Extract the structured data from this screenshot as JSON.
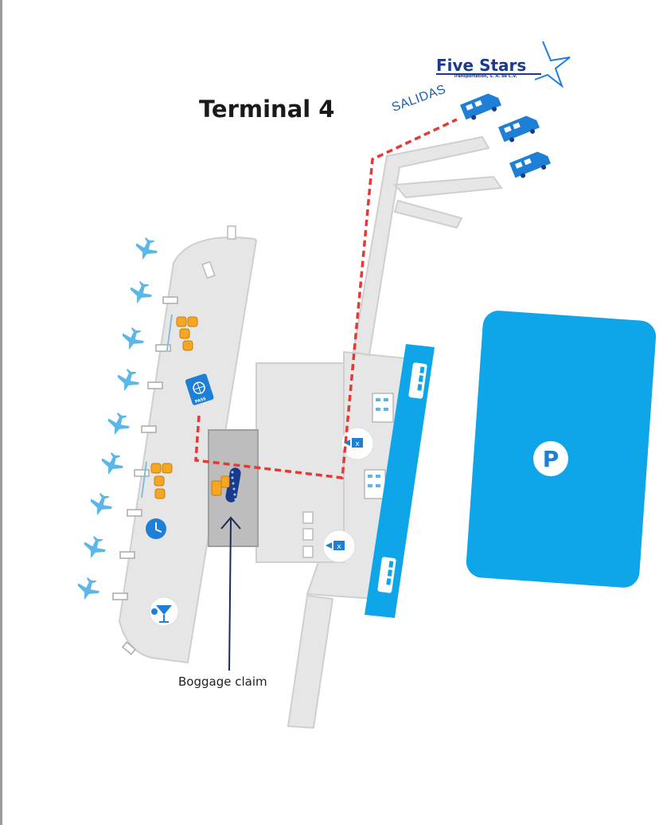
{
  "map": {
    "title": "Terminal 4",
    "salidas_label": "SALIDAS",
    "baggage_label": "Boggage claim",
    "brand": {
      "name": "Five Stars",
      "tagline": "Transportation, S. A. de C.V."
    },
    "pass_label": "PASS",
    "parking_label": "P",
    "gates_count": 9
  },
  "colors": {
    "terminal": "#e6e6e6",
    "walls": "#d0d0d0",
    "blue": "#0ea5e9",
    "dark_blue": "#1b5fa8",
    "route": "#e53935",
    "seat": "#f5a623"
  }
}
